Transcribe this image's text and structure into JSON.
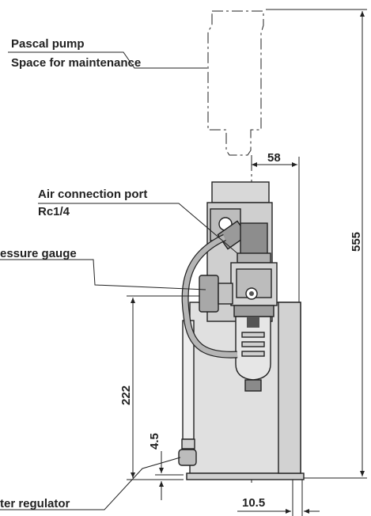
{
  "labels": {
    "pascal_pump": "Pascal pump",
    "space_maintenance": "Space for maintenance",
    "air_port": "Air connection port",
    "air_port_thread": "Rc1/4",
    "pressure_gauge": "essure gauge",
    "filter_regulator": "ter regulator"
  },
  "dimensions": {
    "width_58": "58",
    "height_555": "555",
    "height_222": "222",
    "height_4_5": "4.5",
    "width_10_5": "10.5"
  }
}
